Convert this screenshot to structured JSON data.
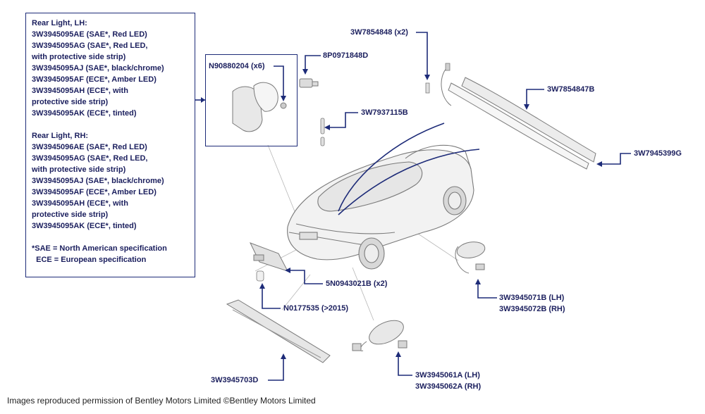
{
  "legend": {
    "lines": [
      "Rear Light, LH:",
      "3W3945095AE (SAE*, Red LED)",
      "3W3945095AG (SAE*, Red LED,",
      "with protective side strip)",
      "3W3945095AJ (SAE*, black/chrome)",
      "3W3945095AF (ECE*, Amber LED)",
      "3W3945095AH (ECE*, with",
      "protective side strip)",
      "3W3945095AK (ECE*, tinted)",
      "",
      "Rear Light, RH:",
      "3W3945096AE (SAE*, Red LED)",
      "3W3945095AG (SAE*, Red LED,",
      "with protective side strip)",
      "3W3945095AJ (SAE*, black/chrome)",
      "3W3945095AF (ECE*, Amber LED)",
      "3W3945095AH (ECE*, with",
      "protective side strip)",
      "3W3945095AK (ECE*, tinted)",
      "",
      "*SAE = North American specification",
      "  ECE = European specification"
    ]
  },
  "parts": {
    "p1": "N90880204 (x6)",
    "p2": "8P0971848D",
    "p3": "3W7854848 (x2)",
    "p4": "3W7854847B",
    "p5": "3W7937115B",
    "p6": "3W7945399G",
    "p7": "5N0943021B (x2)",
    "p8": "N0177535 (>2015)",
    "p9_a": "3W3945071B (LH)",
    "p9_b": "3W3945072B (RH)",
    "p10": "3W3945703D",
    "p11_a": "3W3945061A (LH)",
    "p11_b": "3W3945062A (RH)"
  },
  "footer": "Images reproduced permission of Bentley Motors Limited ©Bentley Motors Limited",
  "colors": {
    "accent": "#1d2b78",
    "line_art": "#8a8a8a"
  }
}
